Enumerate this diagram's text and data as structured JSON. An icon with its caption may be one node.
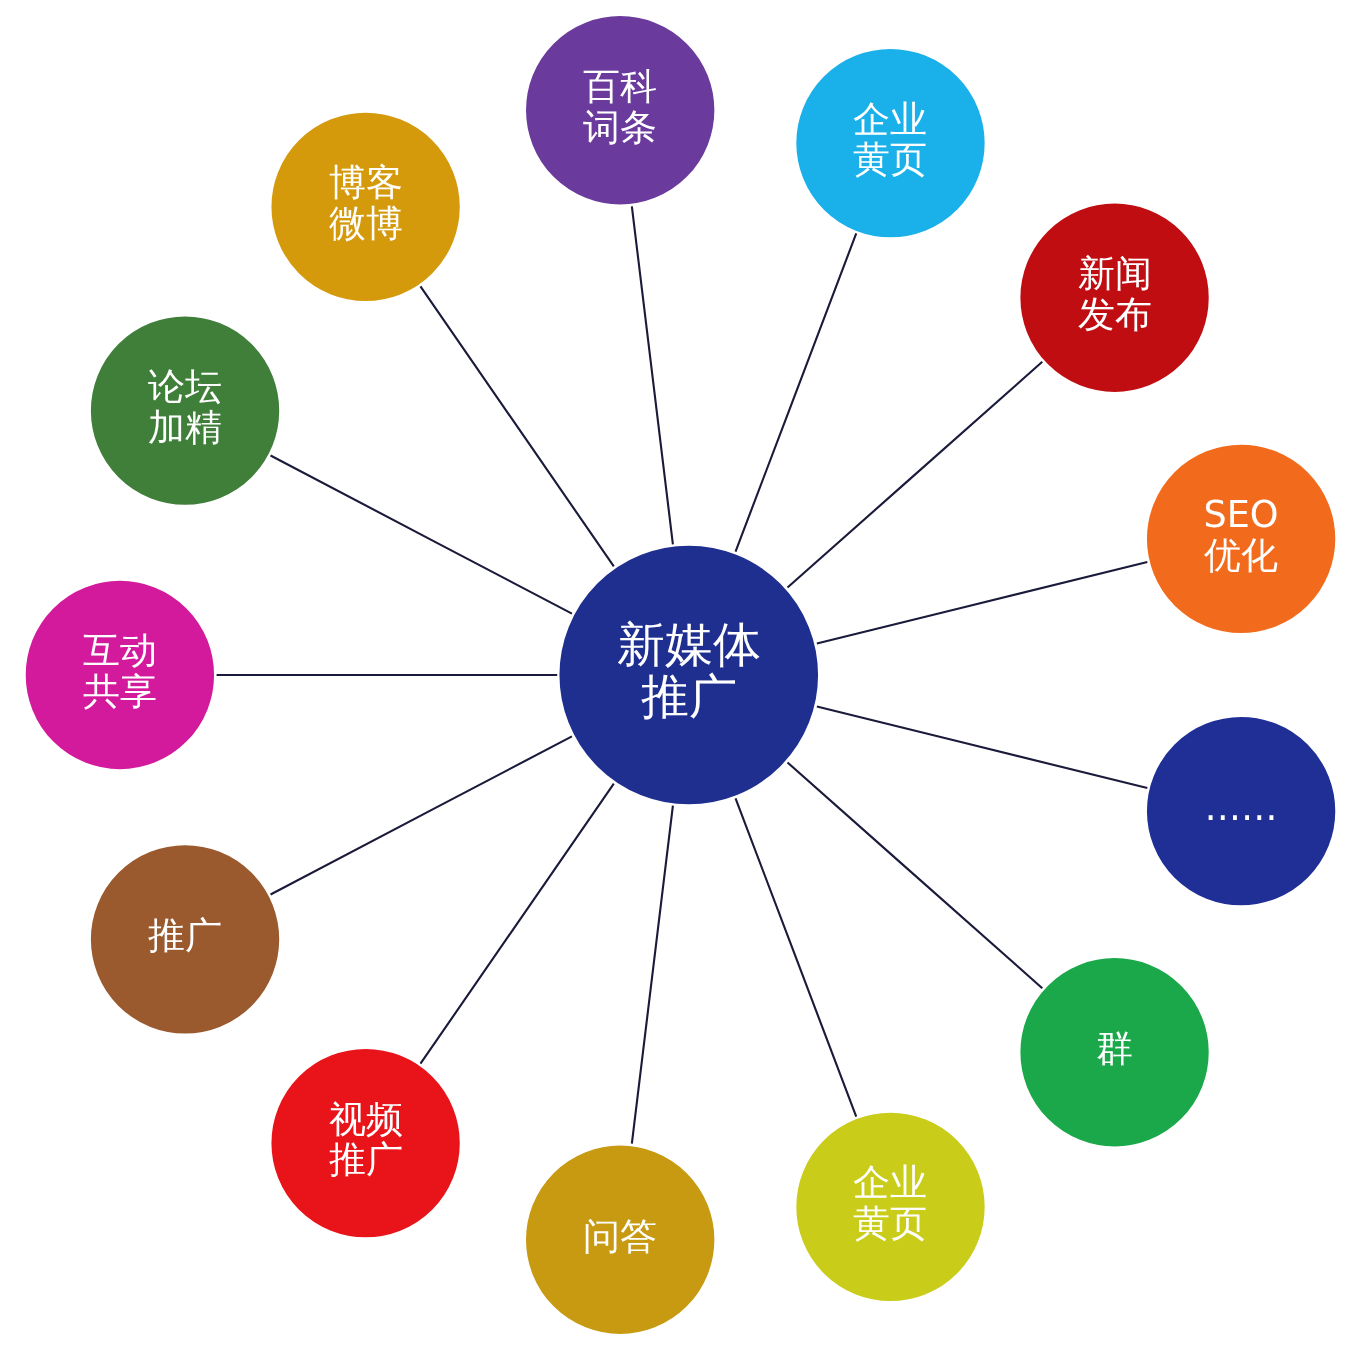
{
  "diagram": {
    "nodes": [
      {
        "text": [
          "新媒体推广"
        ]
      },
      {
        "text": [
          "SEO优化"
        ]
      },
      {
        "text": [
          "新闻发布"
        ]
      },
      {
        "text": [
          "企业黄页"
        ]
      },
      {
        "text": [
          "百科词条"
        ]
      },
      {
        "text": [
          "博客微博"
        ]
      },
      {
        "text": [
          "论坛加精"
        ]
      },
      {
        "text": [
          "互动共享"
        ]
      },
      {
        "text": [
          "推广"
        ]
      },
      {
        "text": [
          "视频推广"
        ]
      },
      {
        "text": [
          "问答"
        ]
      },
      {
        "text": [
          "企业黄页"
        ]
      },
      {
        "text": [
          "群"
        ]
      },
      {
        "text": [
          "……"
        ]
      }
    ],
    "edges": [
      {
        "from": 0,
        "to": 1,
        "arrow": "none"
      },
      {
        "from": 0,
        "to": 2,
        "arrow": "none"
      },
      {
        "from": 0,
        "to": 3,
        "arrow": "none"
      },
      {
        "from": 0,
        "to": 4,
        "arrow": "none"
      },
      {
        "from": 0,
        "to": 5,
        "arrow": "none"
      },
      {
        "from": 0,
        "to": 6,
        "arrow": "none"
      },
      {
        "from": 0,
        "to": 7,
        "arrow": "none"
      },
      {
        "from": 0,
        "to": 8,
        "arrow": "none"
      },
      {
        "from": 0,
        "to": 9,
        "arrow": "none"
      },
      {
        "from": 0,
        "to": 10,
        "arrow": "none"
      },
      {
        "from": 0,
        "to": 11,
        "arrow": "none"
      },
      {
        "from": 0,
        "to": 12,
        "arrow": "none"
      },
      {
        "from": 0,
        "to": 13,
        "arrow": "none"
      }
    ]
  }
}
